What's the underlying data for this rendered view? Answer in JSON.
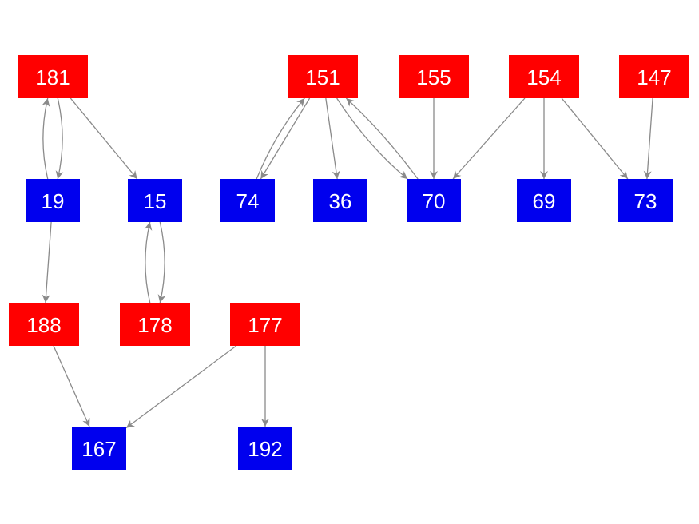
{
  "colors": {
    "red": "#ff0000",
    "blue": "#0000ee",
    "edge": "#8a8a8a"
  },
  "nodes": [
    {
      "id": "181",
      "label": "181",
      "color": "red"
    },
    {
      "id": "151",
      "label": "151",
      "color": "red"
    },
    {
      "id": "155",
      "label": "155",
      "color": "red"
    },
    {
      "id": "154",
      "label": "154",
      "color": "red"
    },
    {
      "id": "147",
      "label": "147",
      "color": "red"
    },
    {
      "id": "19",
      "label": "19",
      "color": "blue"
    },
    {
      "id": "15",
      "label": "15",
      "color": "blue"
    },
    {
      "id": "74",
      "label": "74",
      "color": "blue"
    },
    {
      "id": "36",
      "label": "36",
      "color": "blue"
    },
    {
      "id": "70",
      "label": "70",
      "color": "blue"
    },
    {
      "id": "69",
      "label": "69",
      "color": "blue"
    },
    {
      "id": "73",
      "label": "73",
      "color": "blue"
    },
    {
      "id": "188",
      "label": "188",
      "color": "red"
    },
    {
      "id": "178",
      "label": "178",
      "color": "red"
    },
    {
      "id": "177",
      "label": "177",
      "color": "red"
    },
    {
      "id": "167",
      "label": "167",
      "color": "blue"
    },
    {
      "id": "192",
      "label": "192",
      "color": "blue"
    }
  ],
  "edges": [
    {
      "from": "181",
      "to": "19"
    },
    {
      "from": "19",
      "to": "181"
    },
    {
      "from": "181",
      "to": "15"
    },
    {
      "from": "19",
      "to": "188"
    },
    {
      "from": "15",
      "to": "178"
    },
    {
      "from": "178",
      "to": "15"
    },
    {
      "from": "188",
      "to": "167"
    },
    {
      "from": "177",
      "to": "167"
    },
    {
      "from": "177",
      "to": "192"
    },
    {
      "from": "151",
      "to": "74"
    },
    {
      "from": "74",
      "to": "151"
    },
    {
      "from": "151",
      "to": "36"
    },
    {
      "from": "151",
      "to": "70"
    },
    {
      "from": "70",
      "to": "151"
    },
    {
      "from": "155",
      "to": "70"
    },
    {
      "from": "154",
      "to": "70"
    },
    {
      "from": "154",
      "to": "69"
    },
    {
      "from": "154",
      "to": "73"
    },
    {
      "from": "147",
      "to": "73"
    }
  ]
}
